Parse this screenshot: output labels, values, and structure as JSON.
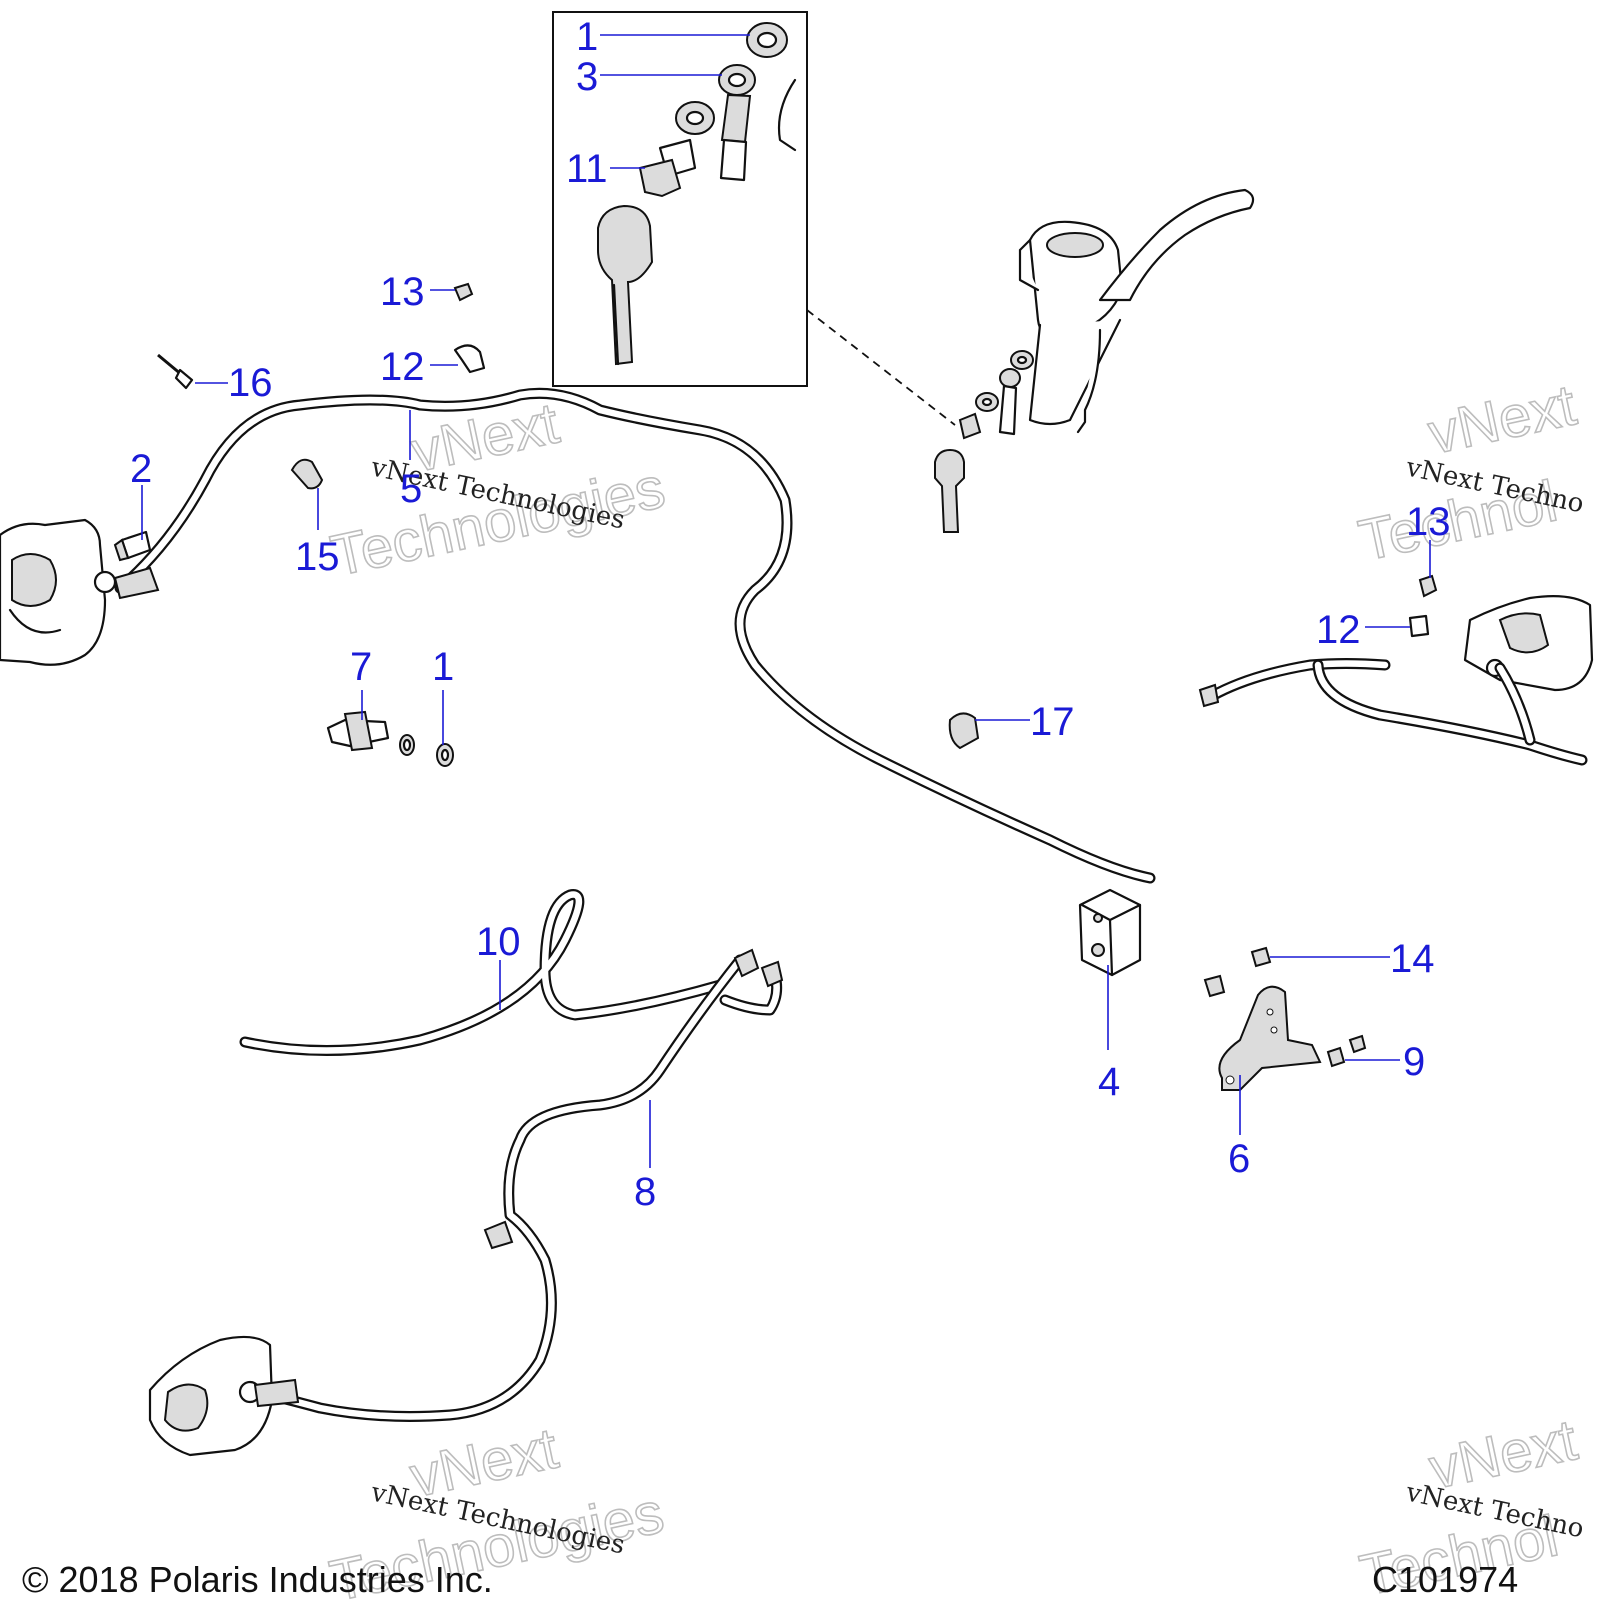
{
  "callouts": [
    "1",
    "3",
    "11",
    "13",
    "12",
    "16",
    "2",
    "5",
    "15",
    "7",
    "1",
    "13",
    "12",
    "17",
    "10",
    "4",
    "14",
    "9",
    "6",
    "8"
  ],
  "watermark": {
    "script_text": "vNext Technologies",
    "outline_line1": "vNext",
    "outline_line2": "Technologies",
    "right_script_text": "vNext Techno",
    "right_outline_line1": "vNext",
    "right_outline_line2": "Technol"
  },
  "footer": {
    "copyright": "© 2018 Polaris Industries Inc.",
    "figure_id": "C101974"
  },
  "colors": {
    "callout": "#1a1ad6",
    "line": "#111111"
  }
}
